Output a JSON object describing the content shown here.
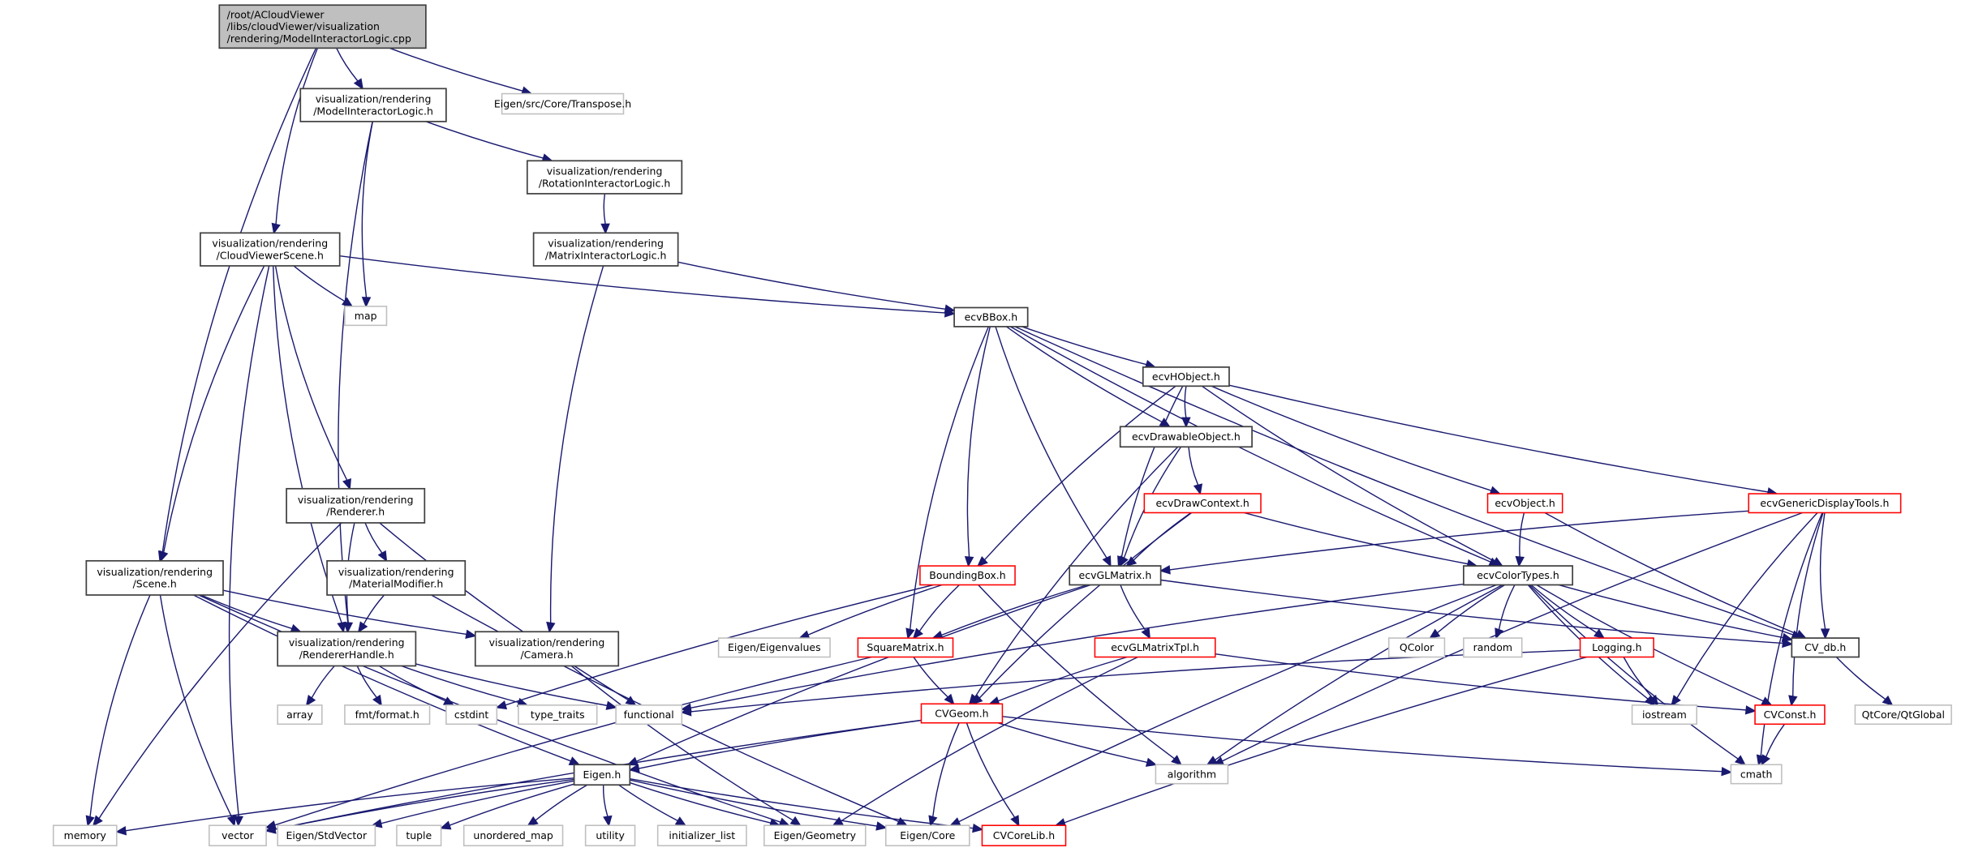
{
  "title": "Include dependency graph for ModelInteractorLogic.cpp",
  "colors": {
    "edge": "#191970",
    "root_fill": "#bfbfbf",
    "normal_border": "#404040",
    "red_border": "#ff0000",
    "external_border": "#bfbfbf"
  },
  "nodes": [
    {
      "id": "root",
      "kind": "root",
      "lines": [
        "/root/ACloudViewer",
        "/libs/cloudViewer/visualization",
        "/rendering/ModelInteractorLogic.cpp"
      ]
    },
    {
      "id": "mil_h",
      "kind": "normal",
      "lines": [
        "visualization/rendering",
        "/ModelInteractorLogic.h"
      ]
    },
    {
      "id": "transpose",
      "kind": "external",
      "lines": [
        "Eigen/src/Core/Transpose.h"
      ]
    },
    {
      "id": "ril_h",
      "kind": "normal",
      "lines": [
        "visualization/rendering",
        "/RotationInteractorLogic.h"
      ]
    },
    {
      "id": "cvscene",
      "kind": "normal",
      "lines": [
        "visualization/rendering",
        "/CloudViewerScene.h"
      ]
    },
    {
      "id": "matil_h",
      "kind": "normal",
      "lines": [
        "visualization/rendering",
        "/MatrixInteractorLogic.h"
      ]
    },
    {
      "id": "map",
      "kind": "external",
      "lines": [
        "map"
      ]
    },
    {
      "id": "ecvbbox",
      "kind": "normal",
      "lines": [
        "ecvBBox.h"
      ]
    },
    {
      "id": "ecvhobject",
      "kind": "normal",
      "lines": [
        "ecvHObject.h"
      ]
    },
    {
      "id": "ecvdrawable",
      "kind": "normal",
      "lines": [
        "ecvDrawableObject.h"
      ]
    },
    {
      "id": "ecvdrawctx",
      "kind": "red",
      "lines": [
        "ecvDrawContext.h"
      ]
    },
    {
      "id": "ecvobject",
      "kind": "red",
      "lines": [
        "ecvObject.h"
      ]
    },
    {
      "id": "ecvgdt",
      "kind": "red",
      "lines": [
        "ecvGenericDisplayTools.h"
      ]
    },
    {
      "id": "renderer",
      "kind": "normal",
      "lines": [
        "visualization/rendering",
        "/Renderer.h"
      ]
    },
    {
      "id": "boundingbox",
      "kind": "red",
      "lines": [
        "BoundingBox.h"
      ]
    },
    {
      "id": "ecvglmatrix",
      "kind": "normal",
      "lines": [
        "ecvGLMatrix.h"
      ]
    },
    {
      "id": "ecvcolortypes",
      "kind": "normal",
      "lines": [
        "ecvColorTypes.h"
      ]
    },
    {
      "id": "scene",
      "kind": "normal",
      "lines": [
        "visualization/rendering",
        "/Scene.h"
      ]
    },
    {
      "id": "matmod",
      "kind": "normal",
      "lines": [
        "visualization/rendering",
        "/MaterialModifier.h"
      ]
    },
    {
      "id": "rhandle",
      "kind": "normal",
      "lines": [
        "visualization/rendering",
        "/RendererHandle.h"
      ]
    },
    {
      "id": "camera",
      "kind": "normal",
      "lines": [
        "visualization/rendering",
        "/Camera.h"
      ]
    },
    {
      "id": "eigenvalues",
      "kind": "external",
      "lines": [
        "Eigen/Eigenvalues"
      ]
    },
    {
      "id": "squarematrix",
      "kind": "red",
      "lines": [
        "SquareMatrix.h"
      ]
    },
    {
      "id": "ecvglmatrixtpl",
      "kind": "red",
      "lines": [
        "ecvGLMatrixTpl.h"
      ]
    },
    {
      "id": "qcolor",
      "kind": "external",
      "lines": [
        "QColor"
      ]
    },
    {
      "id": "random",
      "kind": "external",
      "lines": [
        "random"
      ]
    },
    {
      "id": "logging",
      "kind": "red",
      "lines": [
        "Logging.h"
      ]
    },
    {
      "id": "cvdb",
      "kind": "normal",
      "lines": [
        "CV_db.h"
      ]
    },
    {
      "id": "array",
      "kind": "external",
      "lines": [
        "array"
      ]
    },
    {
      "id": "fmtformat",
      "kind": "external",
      "lines": [
        "fmt/format.h"
      ]
    },
    {
      "id": "cstdint",
      "kind": "external",
      "lines": [
        "cstdint"
      ]
    },
    {
      "id": "typetraits",
      "kind": "external",
      "lines": [
        "type_traits"
      ]
    },
    {
      "id": "functional",
      "kind": "external",
      "lines": [
        "functional"
      ]
    },
    {
      "id": "cvgeom",
      "kind": "red",
      "lines": [
        "CVGeom.h"
      ]
    },
    {
      "id": "iostream",
      "kind": "external",
      "lines": [
        "iostream"
      ]
    },
    {
      "id": "cvconst",
      "kind": "red",
      "lines": [
        "CVConst.h"
      ]
    },
    {
      "id": "qtglobal",
      "kind": "external",
      "lines": [
        "QtCore/QtGlobal"
      ]
    },
    {
      "id": "eigen_h",
      "kind": "normal",
      "lines": [
        "Eigen.h"
      ]
    },
    {
      "id": "algorithm",
      "kind": "external",
      "lines": [
        "algorithm"
      ]
    },
    {
      "id": "cmath",
      "kind": "external",
      "lines": [
        "cmath"
      ]
    },
    {
      "id": "memory",
      "kind": "external",
      "lines": [
        "memory"
      ]
    },
    {
      "id": "vector",
      "kind": "external",
      "lines": [
        "vector"
      ]
    },
    {
      "id": "stdvector",
      "kind": "external",
      "lines": [
        "Eigen/StdVector"
      ]
    },
    {
      "id": "tuple",
      "kind": "external",
      "lines": [
        "tuple"
      ]
    },
    {
      "id": "unordered_map",
      "kind": "external",
      "lines": [
        "unordered_map"
      ]
    },
    {
      "id": "utility",
      "kind": "external",
      "lines": [
        "utility"
      ]
    },
    {
      "id": "initializer_list",
      "kind": "external",
      "lines": [
        "initializer_list"
      ]
    },
    {
      "id": "geometry",
      "kind": "external",
      "lines": [
        "Eigen/Geometry"
      ]
    },
    {
      "id": "core",
      "kind": "external",
      "lines": [
        "Eigen/Core"
      ]
    },
    {
      "id": "cvcorelib",
      "kind": "red",
      "lines": [
        "CVCoreLib.h"
      ]
    }
  ],
  "edges": [
    [
      "root",
      "mil_h"
    ],
    [
      "root",
      "transpose"
    ],
    [
      "root",
      "cvscene"
    ],
    [
      "root",
      "scene"
    ],
    [
      "mil_h",
      "ril_h"
    ],
    [
      "mil_h",
      "map"
    ],
    [
      "mil_h",
      "rhandle"
    ],
    [
      "ril_h",
      "matil_h"
    ],
    [
      "matil_h",
      "ecvbbox"
    ],
    [
      "matil_h",
      "camera"
    ],
    [
      "cvscene",
      "map"
    ],
    [
      "cvscene",
      "ecvbbox"
    ],
    [
      "cvscene",
      "renderer"
    ],
    [
      "cvscene",
      "scene"
    ],
    [
      "cvscene",
      "rhandle"
    ],
    [
      "cvscene",
      "vector"
    ],
    [
      "ecvbbox",
      "ecvhobject"
    ],
    [
      "ecvbbox",
      "ecvdrawable"
    ],
    [
      "ecvbbox",
      "boundingbox"
    ],
    [
      "ecvbbox",
      "ecvglmatrix"
    ],
    [
      "ecvbbox",
      "squarematrix"
    ],
    [
      "ecvbbox",
      "ecvcolortypes"
    ],
    [
      "ecvbbox",
      "cvdb"
    ],
    [
      "ecvhobject",
      "ecvdrawable"
    ],
    [
      "ecvhobject",
      "ecvobject"
    ],
    [
      "ecvhobject",
      "ecvgdt"
    ],
    [
      "ecvhobject",
      "boundingbox"
    ],
    [
      "ecvhobject",
      "ecvglmatrix"
    ],
    [
      "ecvhobject",
      "ecvcolortypes"
    ],
    [
      "ecvdrawable",
      "ecvdrawctx"
    ],
    [
      "ecvdrawable",
      "ecvglmatrix"
    ],
    [
      "ecvdrawable",
      "cvgeom"
    ],
    [
      "ecvdrawctx",
      "ecvglmatrix"
    ],
    [
      "ecvdrawctx",
      "ecvcolortypes"
    ],
    [
      "ecvdrawctx",
      "cvgeom"
    ],
    [
      "ecvobject",
      "ecvcolortypes"
    ],
    [
      "ecvobject",
      "cvdb"
    ],
    [
      "ecvgdt",
      "ecvglmatrix"
    ],
    [
      "ecvgdt",
      "cvdb"
    ],
    [
      "ecvgdt",
      "iostream"
    ],
    [
      "ecvgdt",
      "cvconst"
    ],
    [
      "ecvgdt",
      "algorithm"
    ],
    [
      "ecvgdt",
      "cmath"
    ],
    [
      "renderer",
      "matmod"
    ],
    [
      "renderer",
      "rhandle"
    ],
    [
      "renderer",
      "memory"
    ],
    [
      "renderer",
      "functional"
    ],
    [
      "boundingbox",
      "squarematrix"
    ],
    [
      "boundingbox",
      "eigenvalues"
    ],
    [
      "boundingbox",
      "cstdint"
    ],
    [
      "boundingbox",
      "algorithm"
    ],
    [
      "ecvglmatrix",
      "ecvglmatrixtpl"
    ],
    [
      "ecvglmatrix",
      "squarematrix"
    ],
    [
      "ecvglmatrix",
      "eigen_h"
    ],
    [
      "ecvglmatrix",
      "cvdb"
    ],
    [
      "ecvcolortypes",
      "qcolor"
    ],
    [
      "ecvcolortypes",
      "random"
    ],
    [
      "ecvcolortypes",
      "logging"
    ],
    [
      "ecvcolortypes",
      "cvdb"
    ],
    [
      "ecvcolortypes",
      "iostream"
    ],
    [
      "ecvcolortypes",
      "cvconst"
    ],
    [
      "ecvcolortypes",
      "cmath"
    ],
    [
      "ecvcolortypes",
      "algorithm"
    ],
    [
      "ecvcolortypes",
      "functional"
    ],
    [
      "ecvcolortypes",
      "core"
    ],
    [
      "scene",
      "rhandle"
    ],
    [
      "scene",
      "camera"
    ],
    [
      "scene",
      "memory"
    ],
    [
      "scene",
      "vector"
    ],
    [
      "scene",
      "eigen_h"
    ],
    [
      "scene",
      "geometry"
    ],
    [
      "matmod",
      "rhandle"
    ],
    [
      "matmod",
      "core"
    ],
    [
      "rhandle",
      "array"
    ],
    [
      "rhandle",
      "fmtformat"
    ],
    [
      "rhandle",
      "cstdint"
    ],
    [
      "rhandle",
      "typetraits"
    ],
    [
      "rhandle",
      "functional"
    ],
    [
      "camera",
      "geometry"
    ],
    [
      "squarematrix",
      "cvgeom"
    ],
    [
      "squarematrix",
      "vector"
    ],
    [
      "ecvglmatrixtpl",
      "cvgeom"
    ],
    [
      "ecvglmatrixtpl",
      "cvconst"
    ],
    [
      "ecvglmatrixtpl",
      "geometry"
    ],
    [
      "logging",
      "iostream"
    ],
    [
      "logging",
      "functional"
    ],
    [
      "logging",
      "cvcorelib"
    ],
    [
      "cvdb",
      "qtglobal"
    ],
    [
      "cvgeom",
      "eigen_h"
    ],
    [
      "cvgeom",
      "algorithm"
    ],
    [
      "cvgeom",
      "cmath"
    ],
    [
      "cvgeom",
      "core"
    ],
    [
      "cvgeom",
      "cvcorelib"
    ],
    [
      "cvgeom",
      "vector"
    ],
    [
      "cvconst",
      "cmath"
    ],
    [
      "eigen_h",
      "memory"
    ],
    [
      "eigen_h",
      "vector"
    ],
    [
      "eigen_h",
      "stdvector"
    ],
    [
      "eigen_h",
      "tuple"
    ],
    [
      "eigen_h",
      "unordered_map"
    ],
    [
      "eigen_h",
      "utility"
    ],
    [
      "eigen_h",
      "initializer_list"
    ],
    [
      "eigen_h",
      "geometry"
    ],
    [
      "eigen_h",
      "core"
    ],
    [
      "eigen_h",
      "cvcorelib"
    ]
  ]
}
